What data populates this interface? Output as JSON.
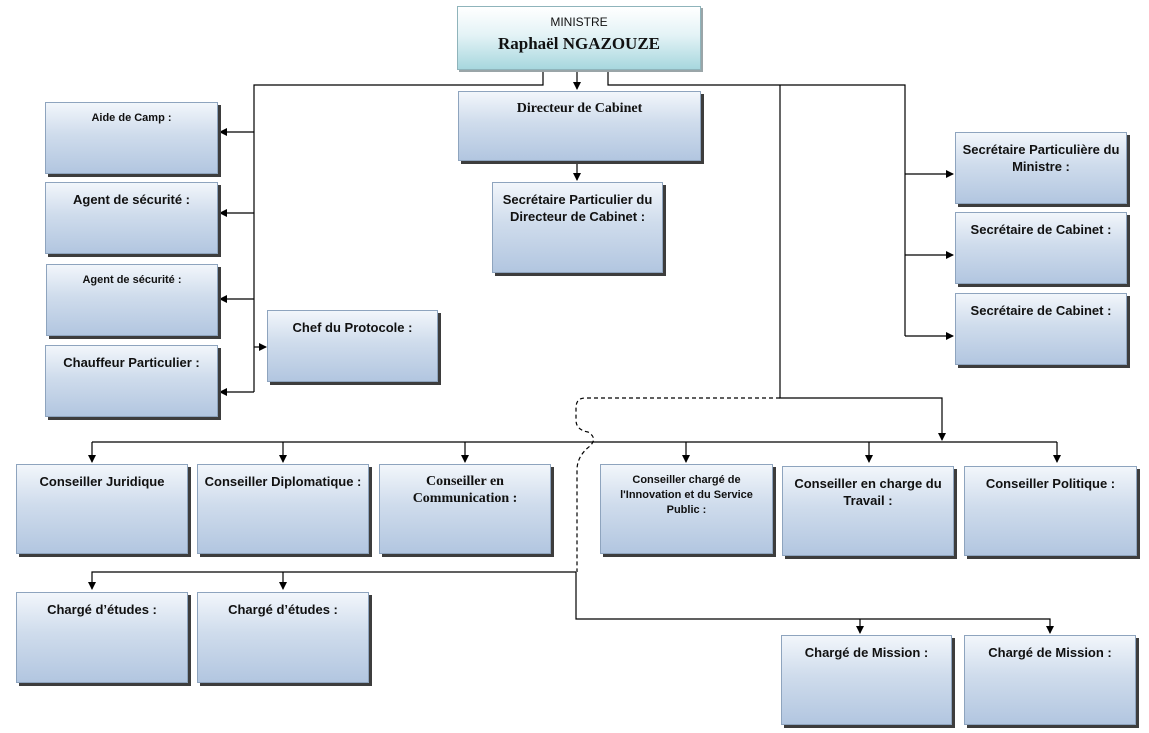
{
  "minister": {
    "title": "MINISTRE",
    "name": "Raphaël NGAZOUZE"
  },
  "directeur": "Directeur de Cabinet",
  "secretaire_directeur": "Secrétaire Particulier du Directeur de Cabinet :",
  "left_column": [
    "Aide de Camp :",
    "Agent de sécurité :",
    "Agent de sécurité :",
    "Chauffeur Particulier :"
  ],
  "protocole": "Chef du Protocole :",
  "right_column": [
    "Secrétaire Particulière du Ministre :",
    "Secrétaire de Cabinet :",
    "Secrétaire de Cabinet :"
  ],
  "conseillers": [
    "Conseiller Juridique",
    "Conseiller Diplomatique :",
    "Conseiller en Communication :",
    "Conseiller chargé de l'Innovation et du Service Public :",
    "Conseiller en charge du Travail :",
    "Conseiller Politique :"
  ],
  "charges_etudes": [
    "Chargé d’études :",
    "Chargé d’études :"
  ],
  "charges_mission": [
    "Chargé de Mission :",
    "Chargé de Mission :"
  ]
}
